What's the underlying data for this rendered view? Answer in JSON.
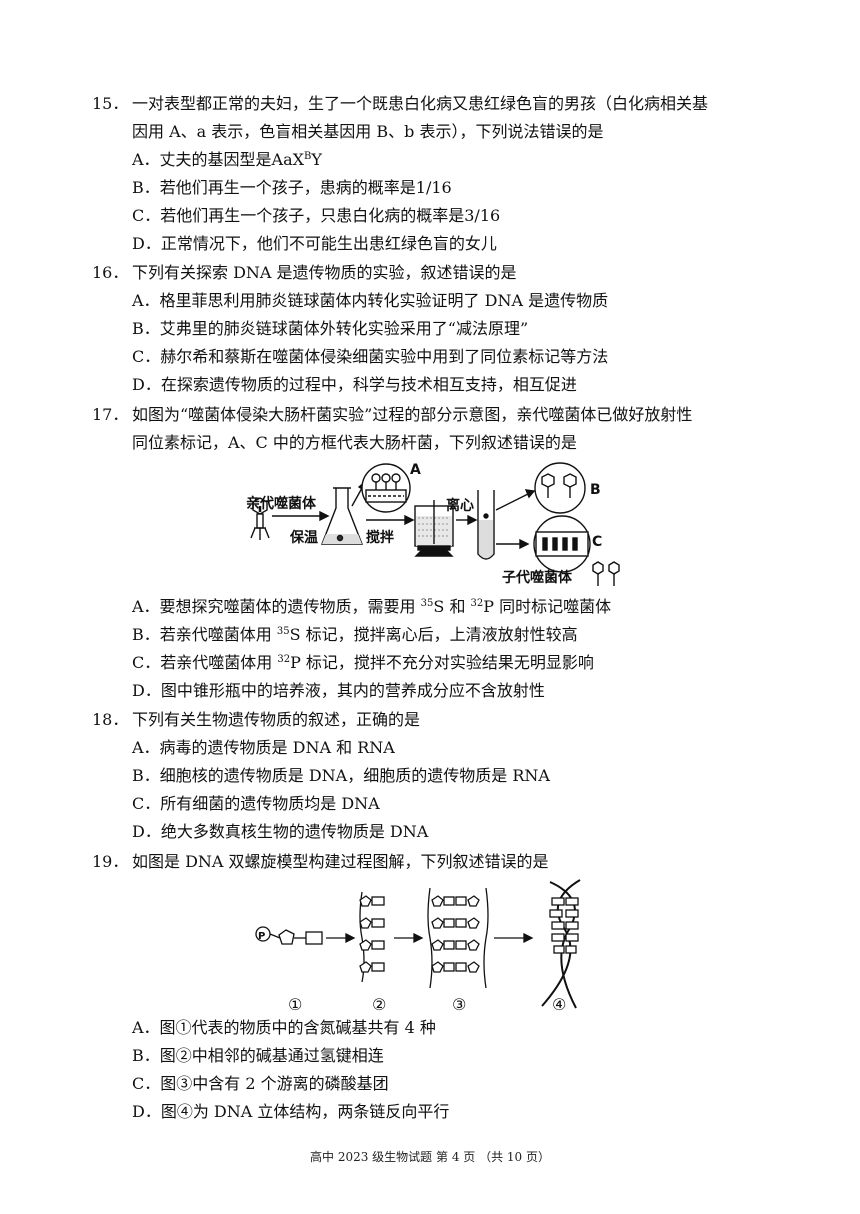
{
  "q15": {
    "num": "15．",
    "line1": "一对表型都正常的夫妇，生了一个既患白化病又患红绿色盲的男孩（白化病相关基",
    "line2": "因用 A、a 表示，色盲相关基因用 B、b 表示），下列说法错误的是",
    "optA_pre": "A．丈夫的基因型是AaX",
    "optA_sup": "B",
    "optA_post": "Y",
    "optB": "B．若他们再生一个孩子，患病的概率是1/16",
    "optC": "C．若他们再生一个孩子，只患白化病的概率是3/16",
    "optD": "D．正常情况下，他们不可能生出患红绿色盲的女儿"
  },
  "q16": {
    "num": "16．",
    "text": "下列有关探索 DNA 是遗传物质的实验，叙述错误的是",
    "optA": "A．格里菲思利用肺炎链球菌体内转化实验证明了 DNA 是遗传物质",
    "optB": "B．艾弗里的肺炎链球菌体外转化实验采用了“减法原理”",
    "optC": "C．赫尔希和蔡斯在噬菌体侵染细菌实验中用到了同位素标记等方法",
    "optD": "D．在探索遗传物质的过程中，科学与技术相互支持，相互促进"
  },
  "q17": {
    "num": "17．",
    "line1": "如图为“噬菌体侵染大肠杆菌实验”过程的部分示意图，亲代噬菌体已做好放射性",
    "line2": "同位素标记，A、C 中的方框代表大肠杆菌，下列叙述错误的是",
    "figure": {
      "parent_label": "亲代噬菌体",
      "step1": "保温",
      "step2": "搅拌",
      "step3": "离心",
      "label_a": "A",
      "label_b": "B",
      "label_c": "C",
      "offspring_label": "子代噬菌体"
    },
    "optA_pre": "A．要想探究噬菌体的遗传物质，需要用 ",
    "optA_sup1": "35",
    "optA_mid": "S 和 ",
    "optA_sup2": "32",
    "optA_post": "P 同时标记噬菌体",
    "optB_pre": "B．若亲代噬菌体用 ",
    "optB_sup": "35",
    "optB_post": "S 标记，搅拌离心后，上清液放射性较高",
    "optC_pre": "C．若亲代噬菌体用 ",
    "optC_sup": "32",
    "optC_post": "P 标记，搅拌不充分对实验结果无明显影响",
    "optD": "D．图中锥形瓶中的培养液，其内的营养成分应不含放射性"
  },
  "q18": {
    "num": "18．",
    "text": "下列有关生物遗传物质的叙述，正确的是",
    "optA": "A．病毒的遗传物质是 DNA 和 RNA",
    "optB": "B．细胞核的遗传物质是 DNA，细胞质的遗传物质是 RNA",
    "optC": "C．所有细菌的遗传物质均是 DNA",
    "optD": "D．绝大多数真核生物的遗传物质是 DNA"
  },
  "q19": {
    "num": "19．",
    "text": "如图是 DNA 双螺旋模型构建过程图解，下列叙述错误的是",
    "figure": {
      "p_label": "P",
      "labels": [
        "①",
        "②",
        "③",
        "④"
      ]
    },
    "optA": "A．图①代表的物质中的含氮碱基共有 4 种",
    "optB": "B．图②中相邻的碱基通过氢键相连",
    "optC": "C．图③中含有 2 个游离的磷酸基团",
    "optD": "D．图④为 DNA 立体结构，两条链反向平行"
  },
  "footer": "高中 2023 级生物试题  第 4 页  （共 10 页）"
}
